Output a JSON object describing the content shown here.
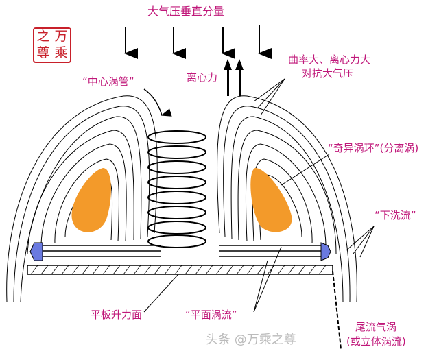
{
  "labels": {
    "atm": "大气压垂直分量",
    "centrifugal": "离心力",
    "curvature1": "曲率大、离心力大",
    "curvature2": "对抗大气压",
    "center_tube": "“中心涡管”",
    "singular_ring": "“奇异涡环”(分离涡)",
    "downwash": "“下洗流”",
    "plate": "平板升力面",
    "planar_vortex": "“平面涡流”",
    "wake1": "尾流气涡",
    "wake2": "(或立体涡流)"
  },
  "seal": [
    "万",
    "之",
    "乘",
    "尊"
  ],
  "watermark": "头条 @万乘之尊",
  "colors": {
    "label": "#c0187a",
    "blob": "#f39a2a",
    "seal": "#c8202a"
  }
}
